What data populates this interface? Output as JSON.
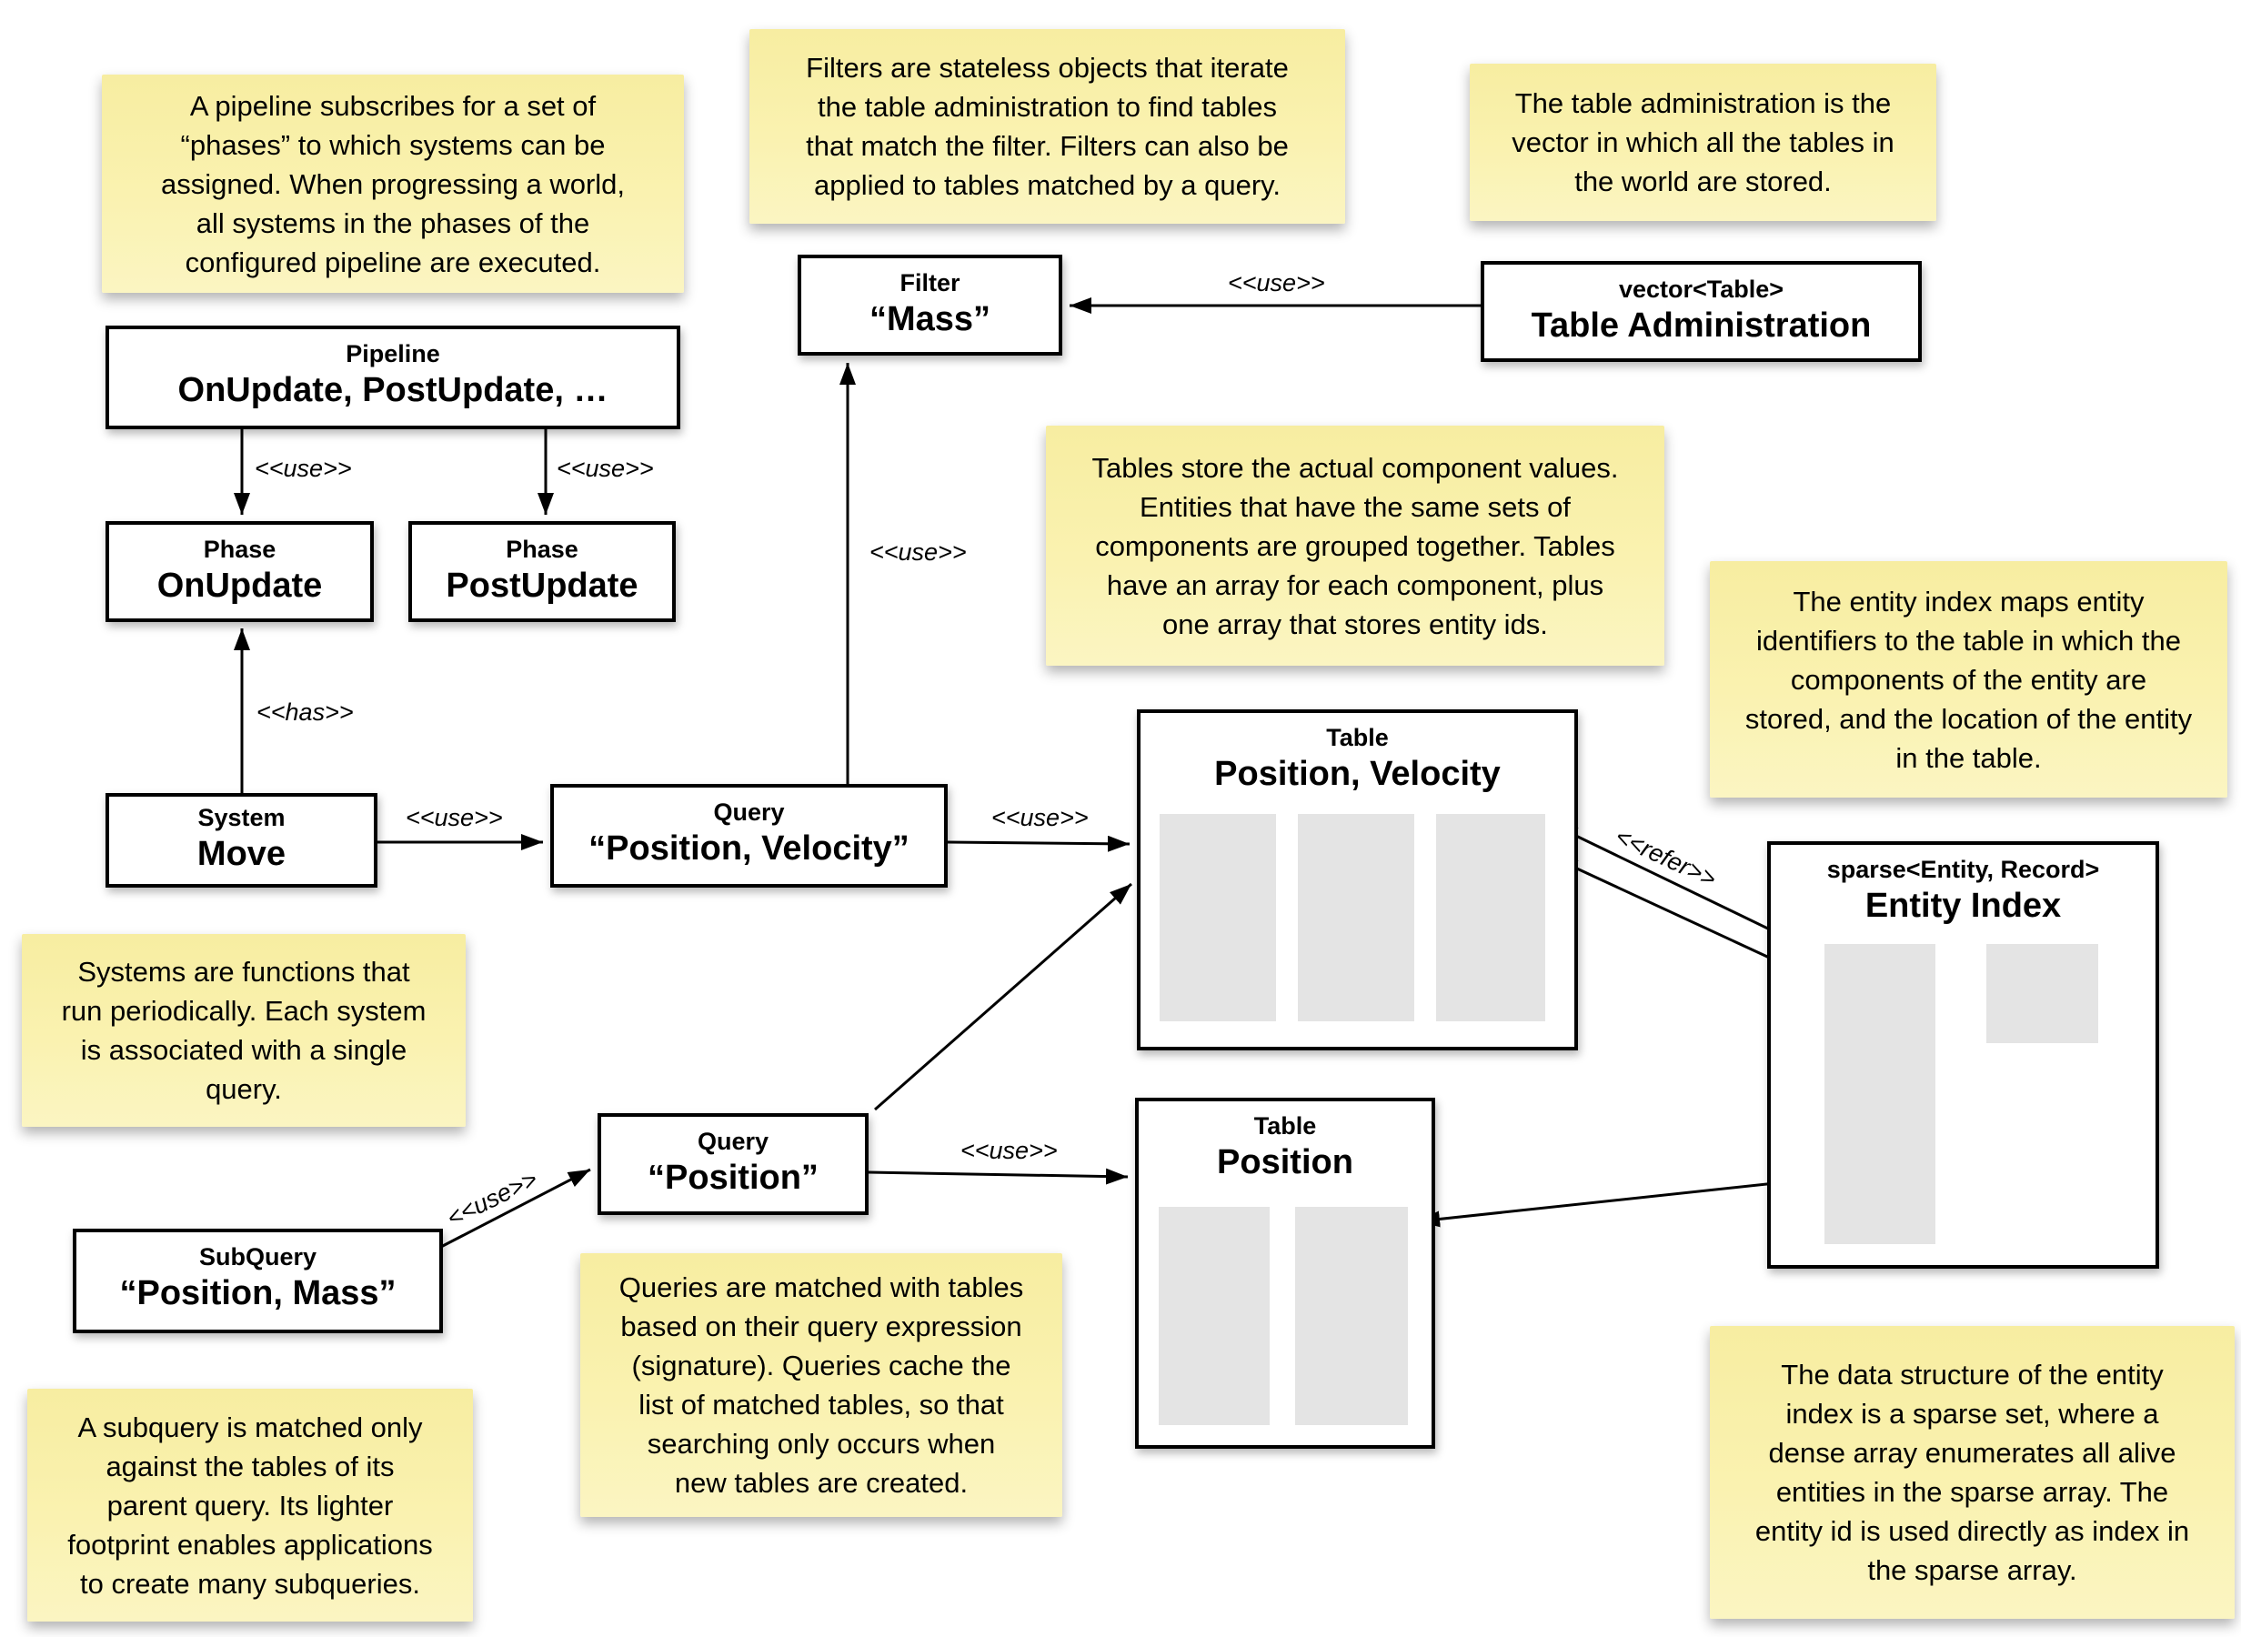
{
  "notes": {
    "pipeline": "A pipeline subscribes for a set of\n“phases” to which systems can be\nassigned. When progressing a world,\nall systems in the phases of the\nconfigured pipeline are executed.",
    "filters": "Filters are stateless objects that iterate\nthe table administration to find tables\nthat match the filter. Filters can also be\napplied to tables matched by a query.",
    "table_administration": "The table administration is the\nvector in which all the tables in\nthe world are stored.",
    "tables": "Tables store the actual component values.\nEntities that have the same sets of\ncomponents are grouped together. Tables\nhave an array for each component, plus\none array that stores entity ids.",
    "entity_index": "The entity index maps entity\nidentifiers to the table in which the\ncomponents of the entity are\nstored, and the location of the entity\nin the table.",
    "systems": "Systems are functions that\nrun periodically. Each system\nis associated with a single\nquery.",
    "queries": "Queries are matched with tables\nbased on their query expression\n(signature). Queries cache the\nlist of matched tables, so that\nsearching only occurs when\nnew tables are created.",
    "subquery": "A subquery is matched only\nagainst the tables of its\nparent query. Its lighter\nfootprint enables applications\nto create many subqueries.",
    "sparse_set": "The data structure of the entity\nindex is a sparse set, where a\ndense array enumerates all alive\nentities in the sparse array. The\nentity id is used directly as index in\nthe sparse array."
  },
  "boxes": {
    "pipeline": {
      "title": "Pipeline",
      "value": "OnUpdate, PostUpdate, …"
    },
    "phase_onupdate": {
      "title": "Phase",
      "value": "OnUpdate"
    },
    "phase_postupdate": {
      "title": "Phase",
      "value": "PostUpdate"
    },
    "filter_mass": {
      "title": "Filter",
      "value": "“Mass”"
    },
    "table_admin": {
      "title": "vector<Table>",
      "value": "Table Administration"
    },
    "system_move": {
      "title": "System",
      "value": "Move"
    },
    "query_pos_vel": {
      "title": "Query",
      "value": "“Position, Velocity”"
    },
    "table_pos_vel": {
      "title": "Table",
      "value": "Position, Velocity"
    },
    "entity_index": {
      "title": "sparse<Entity, Record>",
      "value": "Entity Index"
    },
    "query_pos": {
      "title": "Query",
      "value": "“Position”"
    },
    "table_pos": {
      "title": "Table",
      "value": "Position"
    },
    "subquery": {
      "title": "SubQuery",
      "value": "“Position, Mass”"
    }
  },
  "edge_labels": {
    "use": "<<use>>",
    "has": "<<has>>",
    "refer": "<<refer>>"
  },
  "colors": {
    "note_fill_top": "#f7eda1",
    "note_fill_bottom": "#fbf5c2",
    "box_background": "#ffffff",
    "box_border": "#000000",
    "array_fill": "#e4e4e4",
    "line": "#000000",
    "text": "#000000"
  }
}
